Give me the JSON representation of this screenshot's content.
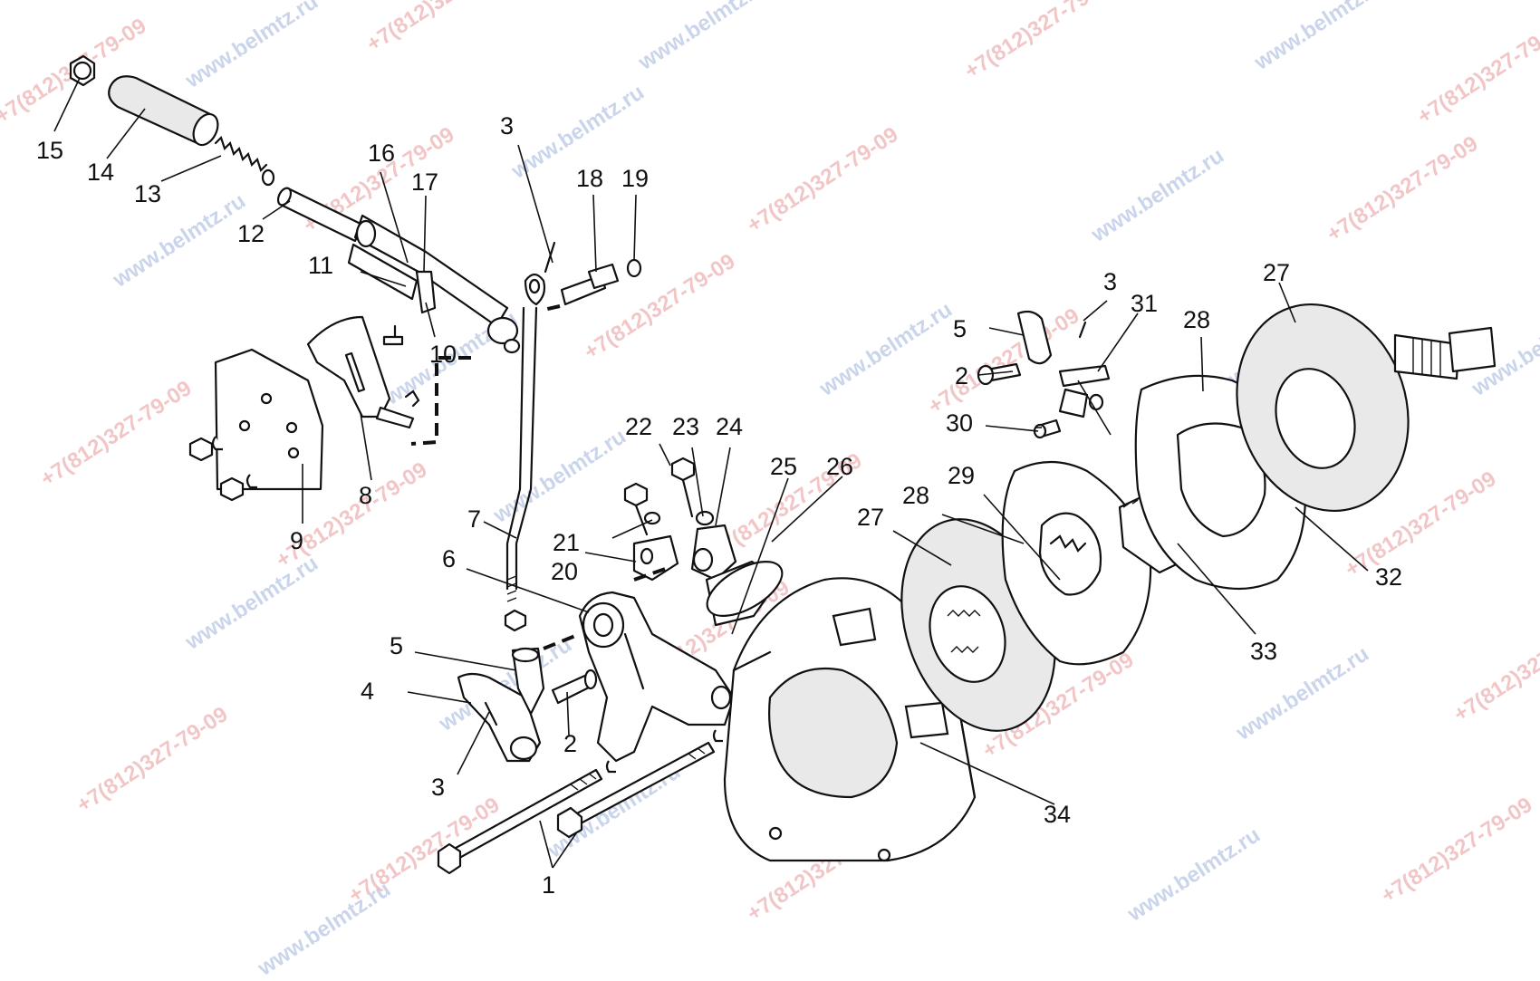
{
  "watermark": {
    "site": "www.belmtz.ru",
    "phone": "+7(812)327-79-09"
  },
  "callouts": [
    "1",
    "2",
    "3",
    "4",
    "5",
    "6",
    "7",
    "8",
    "9",
    "10",
    "11",
    "12",
    "13",
    "14",
    "15",
    "16",
    "17",
    "18",
    "19",
    "20",
    "21",
    "22",
    "23",
    "24",
    "25",
    "26",
    "27",
    "28",
    "29",
    "30",
    "31",
    "32",
    "33",
    "34"
  ]
}
